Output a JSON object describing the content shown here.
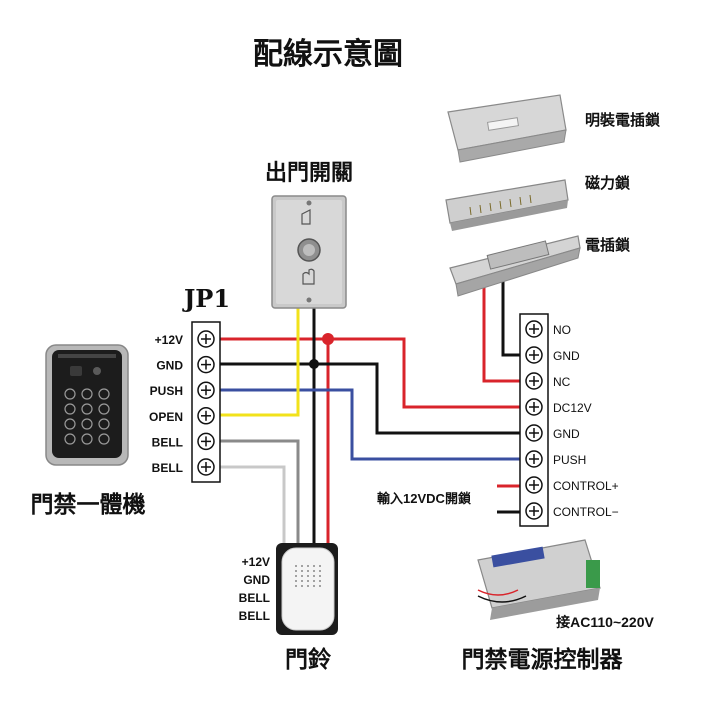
{
  "title": "配線示意圖",
  "exit_switch": {
    "label": "出門開關"
  },
  "jp1": {
    "label": "JP1",
    "terminals": [
      "+12V",
      "GND",
      "PUSH",
      "OPEN",
      "BELL",
      "BELL"
    ]
  },
  "keypad": {
    "label": "門禁一體機"
  },
  "locks": {
    "surface_bolt": "明裝電插鎖",
    "magnetic": "磁力鎖",
    "electric_bolt": "電插鎖"
  },
  "controller": {
    "terminals": [
      "NO",
      "GND",
      "NC",
      "DC12V",
      "GND",
      "PUSH",
      "CONTROL+",
      "CONTROL−"
    ],
    "input_note": "輸入12VDC開鎖",
    "ac_note": "接AC110~220V",
    "label": "門禁電源控制器"
  },
  "doorbell": {
    "terminals": [
      "+12V",
      "GND",
      "BELL",
      "BELL"
    ],
    "label": "門鈴"
  },
  "colors": {
    "red": "#d9242b",
    "black": "#111111",
    "blue": "#3a4fa0",
    "yellow": "#f2e21b",
    "gray": "#8a8a8a",
    "light_gray": "#c8c8c8"
  }
}
